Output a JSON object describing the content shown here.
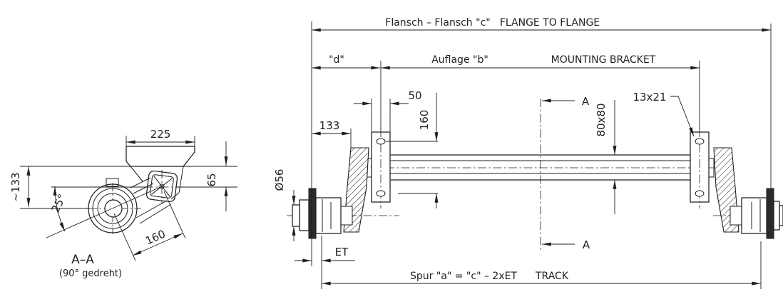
{
  "colors": {
    "ink": "#1f1f1f",
    "background": "#ffffff",
    "dark_fill": "#2b2b2b"
  },
  "main_view": {
    "flange_to_flange": {
      "de": "Flansch – Flansch \"c\"",
      "en": "FLANGE TO FLANGE"
    },
    "overhang_label": "\"d\"",
    "mounting_bracket": {
      "de": "Auflage \"b\"",
      "en": "MOUNTING BRACKET"
    },
    "bracket_plate_width": "50",
    "bracket_hole_spacing": "160",
    "flange_to_suspension": "133",
    "slot_hole": "13x21",
    "tube_section": "80x80",
    "stub_diameter": "Ø56",
    "wheel_offset": "ET",
    "track": {
      "de": "Spur \"a\" = \"c\" – 2xET",
      "en": "TRACK"
    },
    "section_marker_top": "A",
    "section_marker_bottom": "A"
  },
  "section_view": {
    "label": "A–A",
    "rotation_note": "(90° gedreht)",
    "bracket_width": "225",
    "surface_to_tube_center": "65",
    "surface_to_stub_center": "~133",
    "arm_angle": "25°",
    "arm_length": "160"
  }
}
